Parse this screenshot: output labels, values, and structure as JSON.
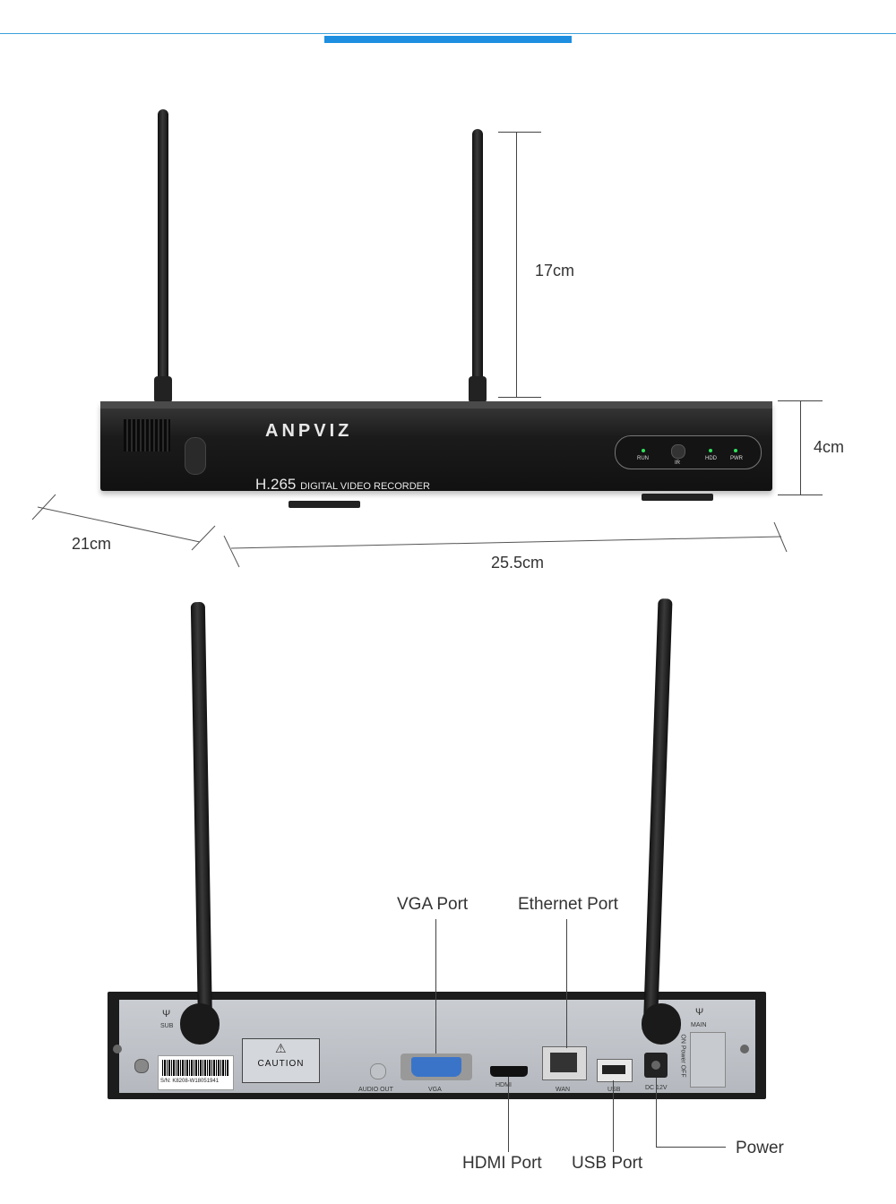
{
  "brand": "ANPVIZ",
  "model": {
    "prefix": "H.265",
    "suffix": "DIGITAL VIDEO RECORDER"
  },
  "dimensions": {
    "antenna_height": "17cm",
    "body_height": "4cm",
    "depth": "21cm",
    "width": "25.5cm"
  },
  "front_panel": {
    "leds": [
      "RUN",
      "IR",
      "HDD",
      "PWR"
    ]
  },
  "port_callouts": {
    "vga": "VGA Port",
    "ethernet": "Ethernet Port",
    "hdmi": "HDMI Port",
    "usb": "USB Port",
    "power": "Power"
  },
  "back_panel": {
    "sub": "SUB",
    "main": "MAIN",
    "caution": "CAUTION",
    "serial": "S/N: K8208-W18051941",
    "audio_out": "AUDIO OUT",
    "vga": "VGA",
    "hdmi": "HDMI",
    "wan": "WAN",
    "usb": "USB",
    "dc": "DC 12V",
    "power_switch": "ON Power OFF"
  },
  "colors": {
    "accent": "#1e8fe0",
    "accent_line": "#3aa0db",
    "led": "#2fe35c"
  }
}
